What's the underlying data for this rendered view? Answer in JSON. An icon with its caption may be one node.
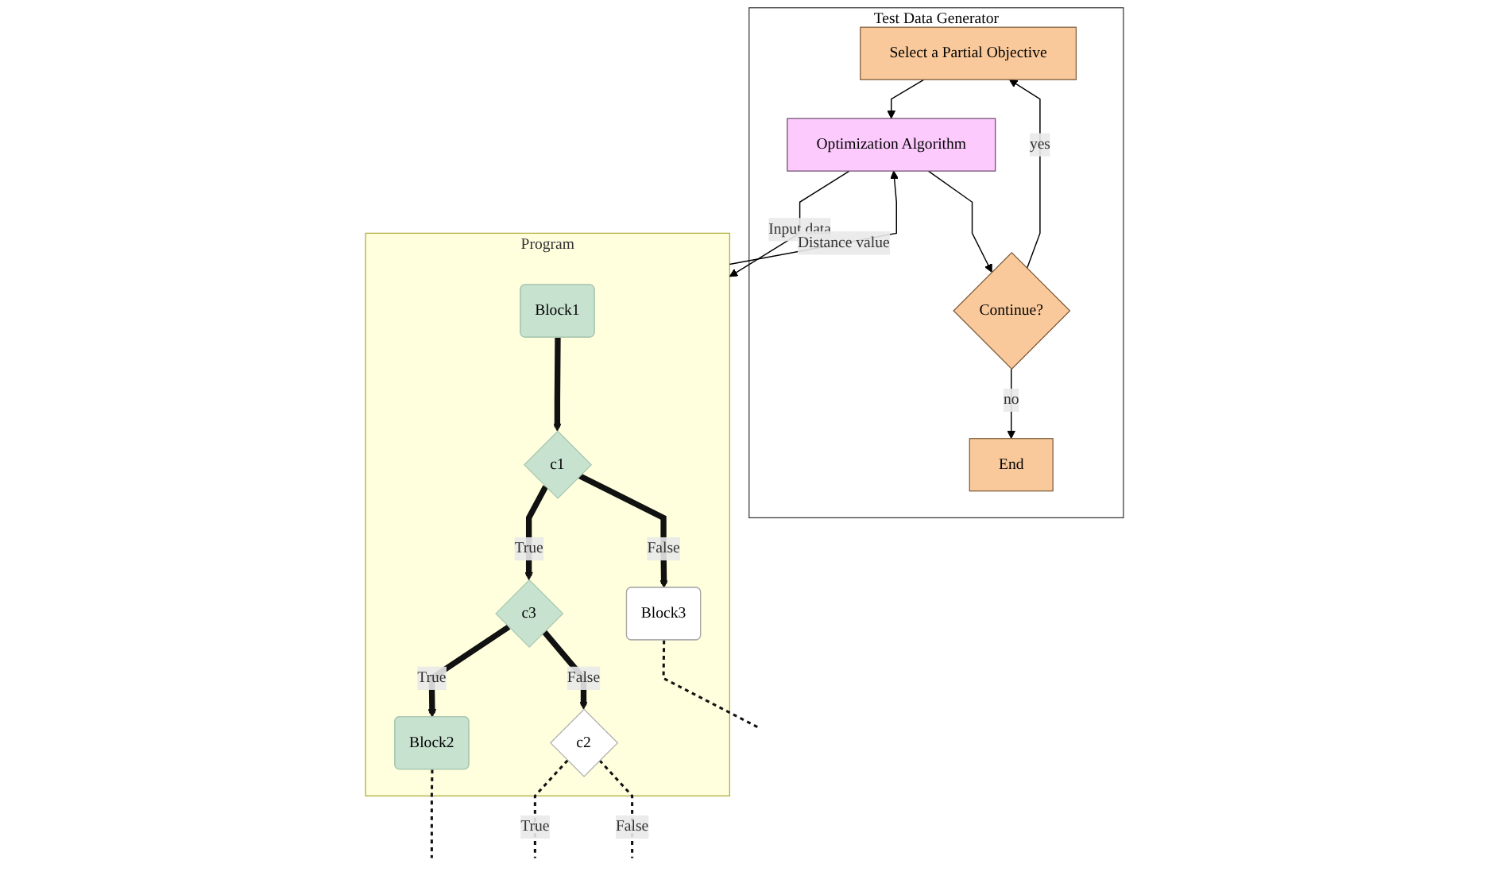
{
  "diagram": {
    "nodes": [
      {
        "text": [
          "Test Data Generator"
        ]
      },
      {
        "text": [
          "Select a Partial Objective"
        ],
        "in": 0
      },
      {
        "text": [
          "Optimization Algorithm"
        ],
        "in": 0
      },
      {
        "text": [
          "Continue?"
        ],
        "in": 0
      },
      {
        "text": [
          "End"
        ],
        "in": 0
      },
      {
        "text": [
          "Program"
        ]
      },
      {
        "text": [
          "Block1"
        ],
        "in": 5
      },
      {
        "text": [
          "c1"
        ],
        "in": 5
      },
      {
        "text": [
          "c3"
        ],
        "in": 5
      },
      {
        "text": [
          "Block3"
        ],
        "in": 5
      },
      {
        "text": [
          "Block2"
        ],
        "in": 5
      },
      {
        "text": [
          "c2"
        ],
        "in": 5
      }
    ],
    "edges": [
      {
        "from": 1,
        "to": 2,
        "arrow": "to"
      },
      {
        "from": 2,
        "to": 3,
        "arrow": "to"
      },
      {
        "from": 3,
        "to": 1,
        "arrow": "to",
        "label": "yes"
      },
      {
        "from": 3,
        "to": 4,
        "arrow": "to",
        "label": "no"
      },
      {
        "from": 2,
        "to": 5,
        "arrow": "to",
        "label": "Input data"
      },
      {
        "from": 5,
        "to": 2,
        "arrow": "to",
        "label": "Distance value"
      },
      {
        "from": 6,
        "to": 7,
        "arrow": "to",
        "style": "thick"
      },
      {
        "from": 7,
        "to": 8,
        "arrow": "to",
        "style": "thick",
        "label": "True"
      },
      {
        "from": 7,
        "to": 9,
        "arrow": "to",
        "style": "thick",
        "label": "False"
      },
      {
        "from": 8,
        "to": 10,
        "arrow": "to",
        "style": "thick",
        "label": "True"
      },
      {
        "from": 8,
        "to": 11,
        "arrow": "to",
        "style": "thick",
        "label": "False"
      },
      {
        "from": 9,
        "to": null,
        "arrow": "none",
        "style": "dashed"
      },
      {
        "from": 10,
        "to": null,
        "arrow": "none",
        "style": "dashed"
      },
      {
        "from": 11,
        "to": null,
        "arrow": "none",
        "style": "dashed",
        "label": "True"
      },
      {
        "from": 11,
        "to": null,
        "arrow": "none",
        "style": "dashed",
        "label": "False"
      }
    ]
  }
}
